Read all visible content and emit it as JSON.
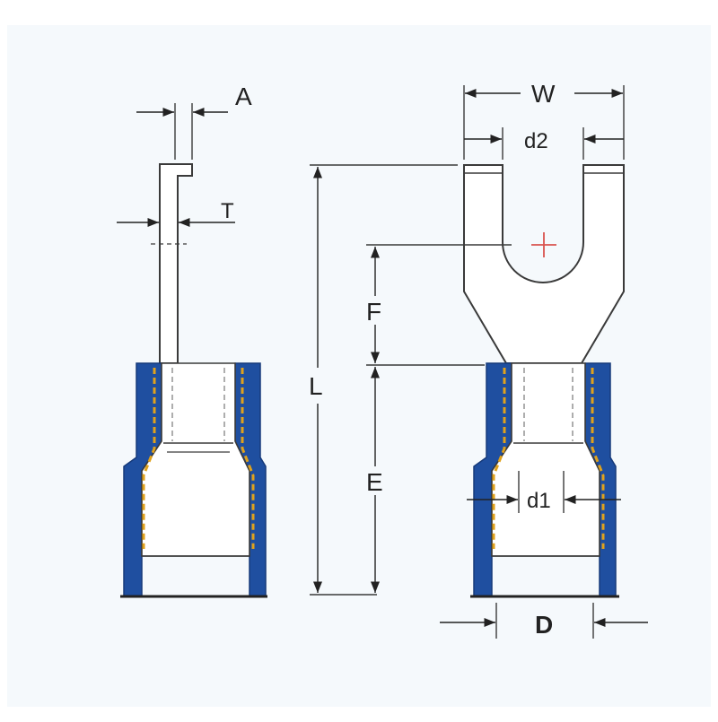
{
  "labels": {
    "A": "A",
    "T": "T",
    "W": "W",
    "d2": "d2",
    "L": "L",
    "F": "F",
    "E": "E",
    "d1": "d1",
    "D": "D"
  },
  "colors": {
    "background": "#f5f9fc",
    "outline": "#3a3a3a",
    "insulation": "#1f4fa0",
    "insulation_dark": "#163a7a",
    "brass": "#e0a21c",
    "center_mark": "#d9534f"
  }
}
